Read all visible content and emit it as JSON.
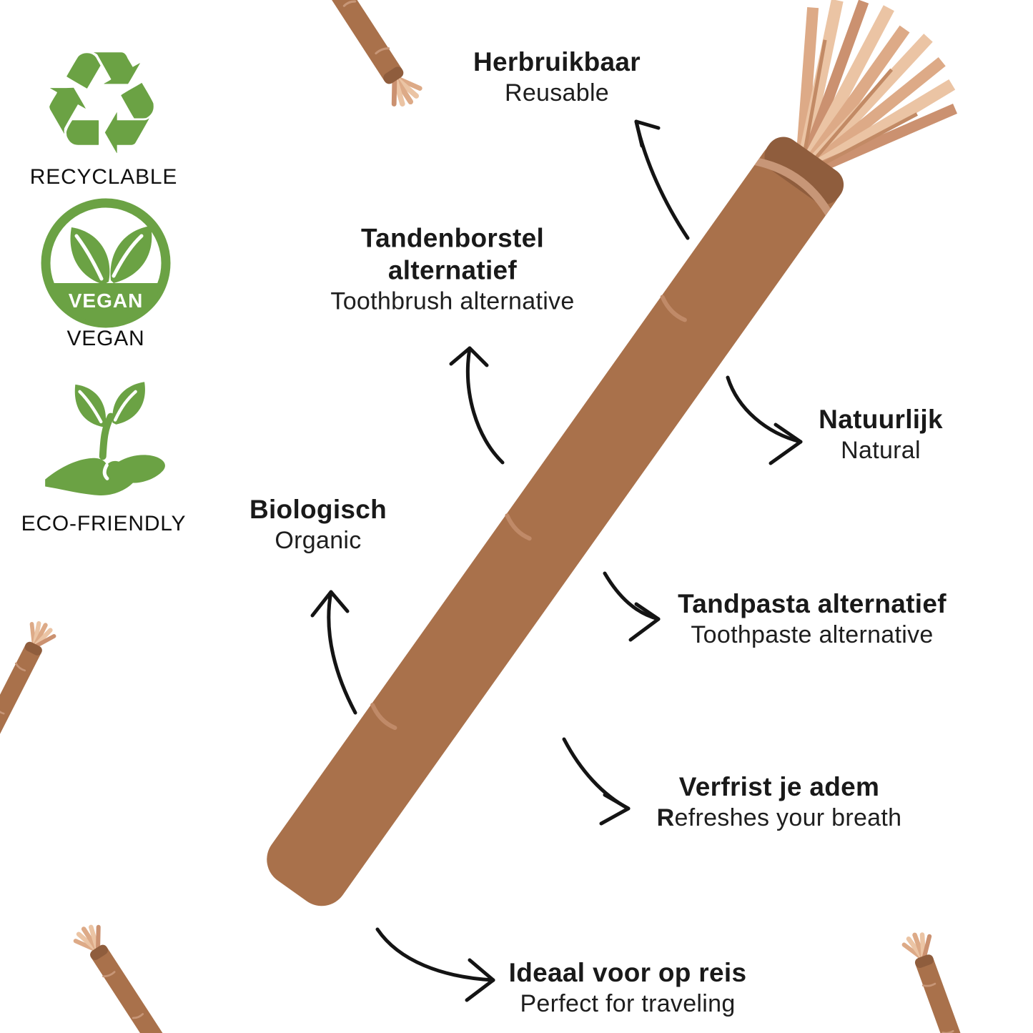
{
  "subject": "Miswak natural toothbrush stick infographic",
  "badges": {
    "recyclable": {
      "icon": "recycle-icon",
      "label": "RECYCLABLE"
    },
    "vegan": {
      "icon": "vegan-leaves-badge-icon",
      "badge_text": "VEGAN",
      "label": "VEGAN"
    },
    "eco": {
      "icon": "hand-plant-icon",
      "label": "ECO-FRIENDLY"
    }
  },
  "features": {
    "reusable": {
      "title": "Herbruikbaar",
      "subtitle": "Reusable"
    },
    "toothbrush_alt": {
      "title": "Tandenborstel alternatief",
      "subtitle": "Toothbrush alternative"
    },
    "natural": {
      "title": "Natuurlijk",
      "subtitle": "Natural"
    },
    "organic": {
      "title": "Biologisch",
      "subtitle": "Organic"
    },
    "toothpaste_alt": {
      "title": "Tandpasta alternatief",
      "subtitle": "Toothpaste alternative"
    },
    "fresh_breath": {
      "title": "Verfrist je adem",
      "subtitle_lead": "R",
      "subtitle_rest": "efreshes your breath"
    },
    "travel": {
      "title": "Ideaal voor op reis",
      "subtitle": "Perfect for traveling"
    }
  },
  "colors": {
    "background": "#ffffff",
    "eco_green": "#6BA244",
    "stick_brown": "#A9714B",
    "stick_collar_dark": "#8F5D3D",
    "stick_highlight": "#C79677",
    "bristle_light": "#EBC4A4",
    "bristle_mid": "#DDAA87",
    "bristle_dark": "#CB9170",
    "arrow_black": "#141414",
    "text_black": "#161616"
  }
}
